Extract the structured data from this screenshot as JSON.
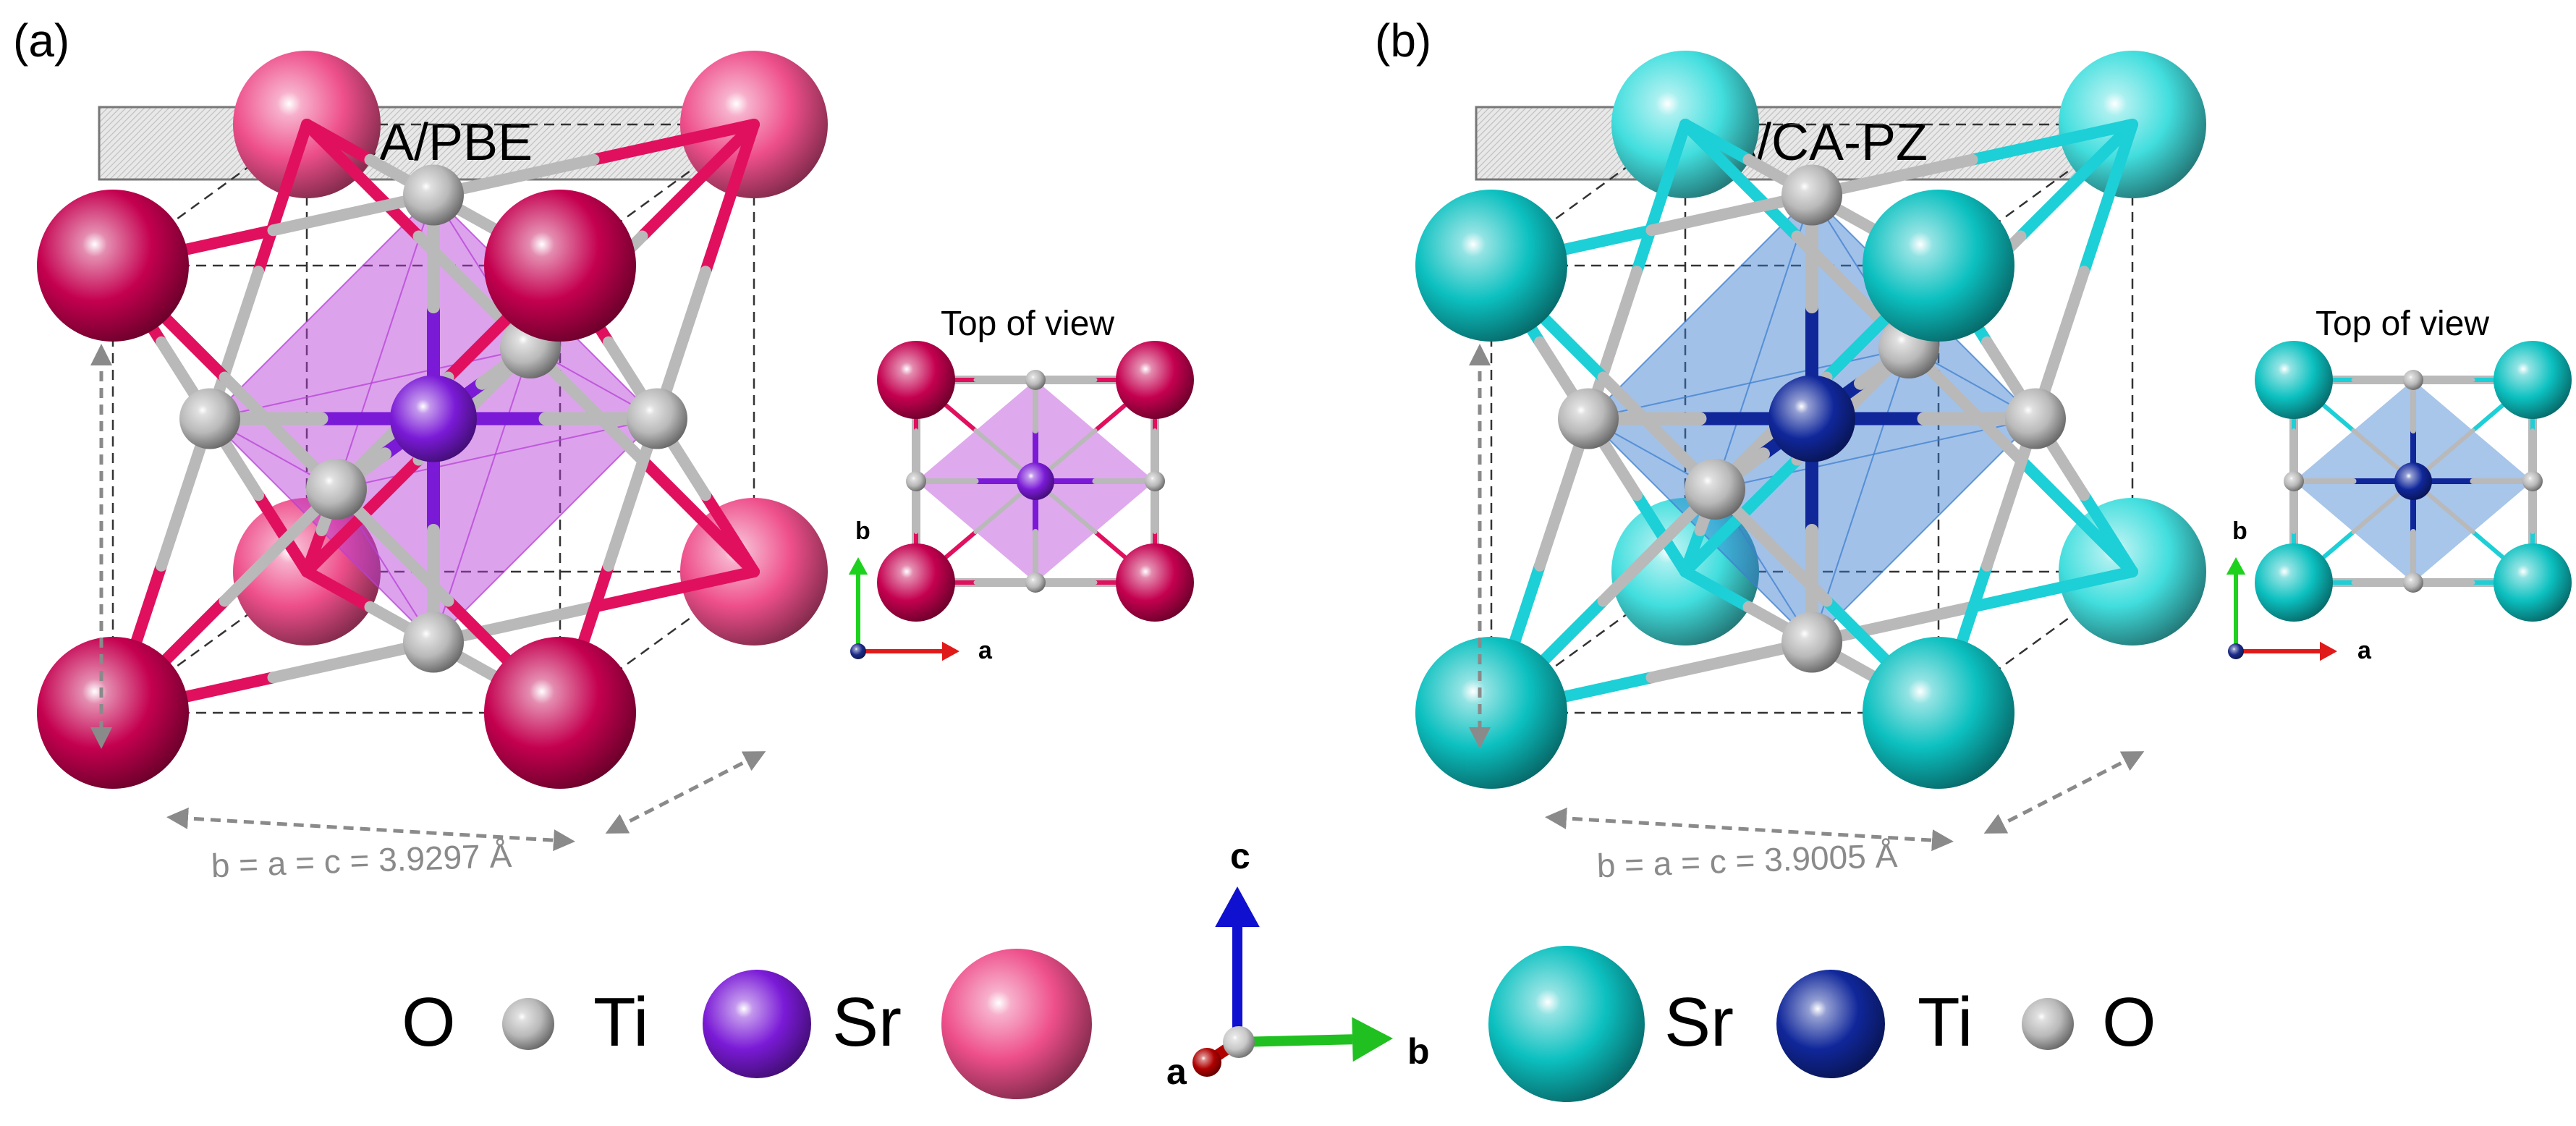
{
  "panels": [
    {
      "id": "a",
      "tag": "(a)",
      "method": "GGA/PBE",
      "top_view_label": "Top of view",
      "lattice_text": "b = a = c = 3.9297 Å",
      "colors": {
        "sr_dark": "#c4004f",
        "sr_light": "#ee4f8b",
        "ti": "#7a1ad6",
        "octa": "#b740d8",
        "bond": "#e0105f"
      }
    },
    {
      "id": "b",
      "tag": "(b)",
      "method": "LDA/CA-PZ",
      "top_view_label": "Top of view",
      "lattice_text": "b = a = c = 3.9005 Å",
      "colors": {
        "sr_dark": "#0cc0c0",
        "sr_light": "#42dede",
        "ti": "#10279a",
        "octa": "#3d7fd0",
        "bond": "#1dcfd6"
      }
    }
  ],
  "inset_axes": {
    "a": "a",
    "b": "b"
  },
  "center_axes": {
    "a": "a",
    "b": "b",
    "c": "c"
  },
  "legend_left": [
    {
      "text": "O",
      "atom": "O"
    },
    {
      "text": "Ti",
      "atom": "Ti"
    },
    {
      "text": "Sr",
      "atom": "Sr"
    }
  ],
  "legend_right": [
    {
      "text": "Sr",
      "atom": "Sr"
    },
    {
      "text": "Ti",
      "atom": "Ti"
    },
    {
      "text": "O",
      "atom": "O"
    }
  ],
  "oxygen_color": "#b9b9b9"
}
